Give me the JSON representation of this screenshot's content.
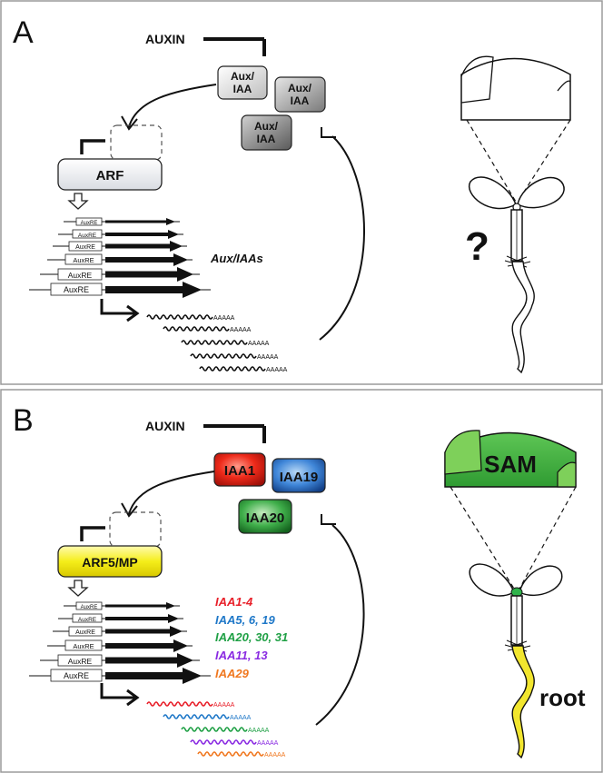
{
  "panel_a": {
    "letter": "A",
    "auxin": "AUXIN",
    "aux_iaa_line1": "Aux/",
    "aux_iaa_line2": "IAA",
    "arf": "ARF",
    "auxre": "AuxRE",
    "genes_label": "Aux/IAAs",
    "poly_a": "AAAAA",
    "question": "?"
  },
  "panel_b": {
    "letter": "B",
    "auxin": "AUXIN",
    "iaa1": "IAA1",
    "iaa19": "IAA19",
    "iaa20": "IAA20",
    "arf": "ARF5/MP",
    "auxre": "AuxRE",
    "poly_a": "AAAAA",
    "genes": [
      {
        "label": "IAA1-4",
        "color": "#e8202a"
      },
      {
        "label": "IAA5, 6, 19",
        "color": "#1f78c8"
      },
      {
        "label": "IAA20, 30, 31",
        "color": "#1fa045"
      },
      {
        "label": "IAA11, 13",
        "color": "#8a2be2"
      },
      {
        "label": "IAA29",
        "color": "#f07820"
      }
    ],
    "sam": "SAM",
    "root": "root"
  },
  "colors": {
    "frame": "#9a9a9a",
    "sam_green": "#4fb848",
    "root_yellow": "#f2e62e",
    "arf_yellow": "#f5ee1a"
  }
}
